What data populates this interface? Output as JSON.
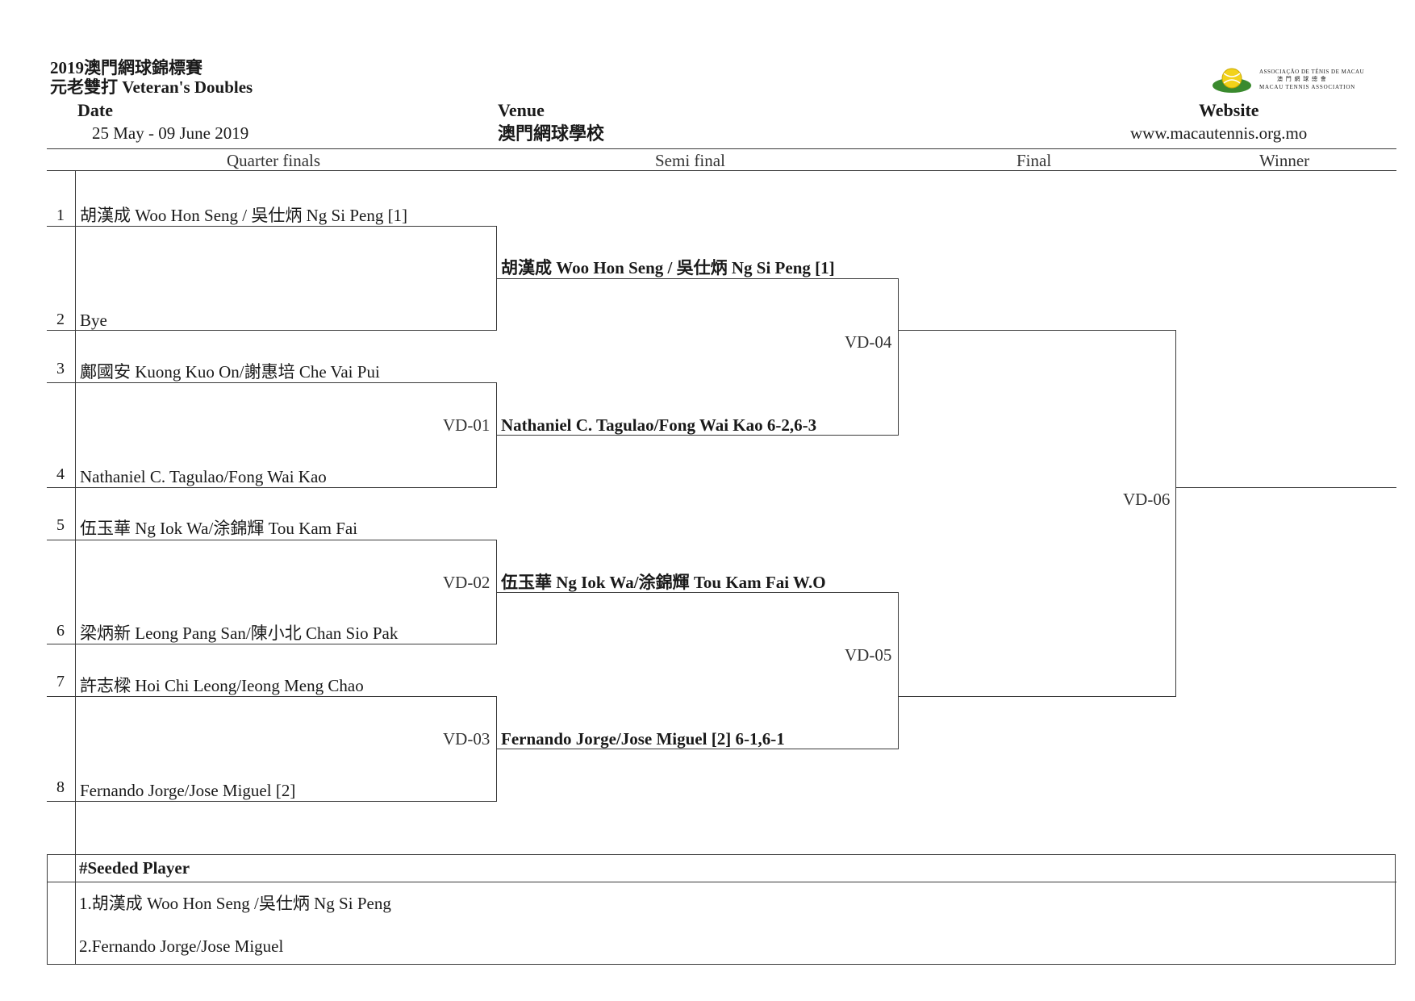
{
  "header": {
    "title_line1": "2019澳門網球錦標賽",
    "title_line2": "元老雙打 Veteran's Doubles",
    "date_label": "Date",
    "date_value": "25 May - 09 June 2019",
    "venue_label": "Venue",
    "venue_value": "澳門網球學校",
    "website_label": "Website",
    "website_value": "www.macautennis.org.mo",
    "logo": {
      "line1": "ASSOCIAÇÃO DE TÉNIS DE MACAU",
      "line2": "澳 門 網 球 總 會",
      "line3": "MACAU TENNIS ASSOCIATION"
    }
  },
  "rounds": {
    "qf": "Quarter finals",
    "sf": "Semi final",
    "final": "Final",
    "winner": "Winner"
  },
  "draw": {
    "entries": [
      {
        "seed": "1",
        "name": "胡漢成 Woo Hon Seng / 吳仕炳 Ng Si Peng [1]"
      },
      {
        "seed": "2",
        "name": "Bye"
      },
      {
        "seed": "3",
        "name": "鄺國安 Kuong Kuo On/謝惠培 Che Vai Pui"
      },
      {
        "seed": "4",
        "name": "Nathaniel C. Tagulao/Fong Wai Kao"
      },
      {
        "seed": "5",
        "name": "伍玉華 Ng Iok Wa/涂錦輝 Tou Kam Fai"
      },
      {
        "seed": "6",
        "name": "梁炳新 Leong Pang San/陳小北 Chan Sio Pak"
      },
      {
        "seed": "7",
        "name": "許志樑 Hoi Chi Leong/Ieong Meng Chao"
      },
      {
        "seed": "8",
        "name": "Fernando Jorge/Jose Miguel [2]"
      }
    ],
    "semi": [
      {
        "code": "",
        "name": "胡漢成 Woo Hon Seng / 吳仕炳 Ng Si Peng [1]"
      },
      {
        "code": "VD-01",
        "name": "Nathaniel C. Tagulao/Fong Wai Kao 6-2,6-3"
      },
      {
        "code": "VD-02",
        "name": "伍玉華 Ng Iok Wa/涂錦輝 Tou Kam Fai W.O"
      },
      {
        "code": "VD-03",
        "name": "Fernando Jorge/Jose Miguel [2] 6-1,6-1"
      }
    ],
    "final": [
      {
        "code": "VD-04"
      },
      {
        "code": "VD-05"
      }
    ],
    "winner": {
      "code": "VD-06"
    }
  },
  "seeded": {
    "title": "#Seeded Player",
    "items": [
      "1.胡漢成 Woo Hon Seng /吳仕炳 Ng Si Peng",
      "2.Fernando Jorge/Jose Miguel"
    ]
  },
  "colors": {
    "logo_green": "#3a8a2e",
    "logo_yellow": "#f2d21a"
  }
}
